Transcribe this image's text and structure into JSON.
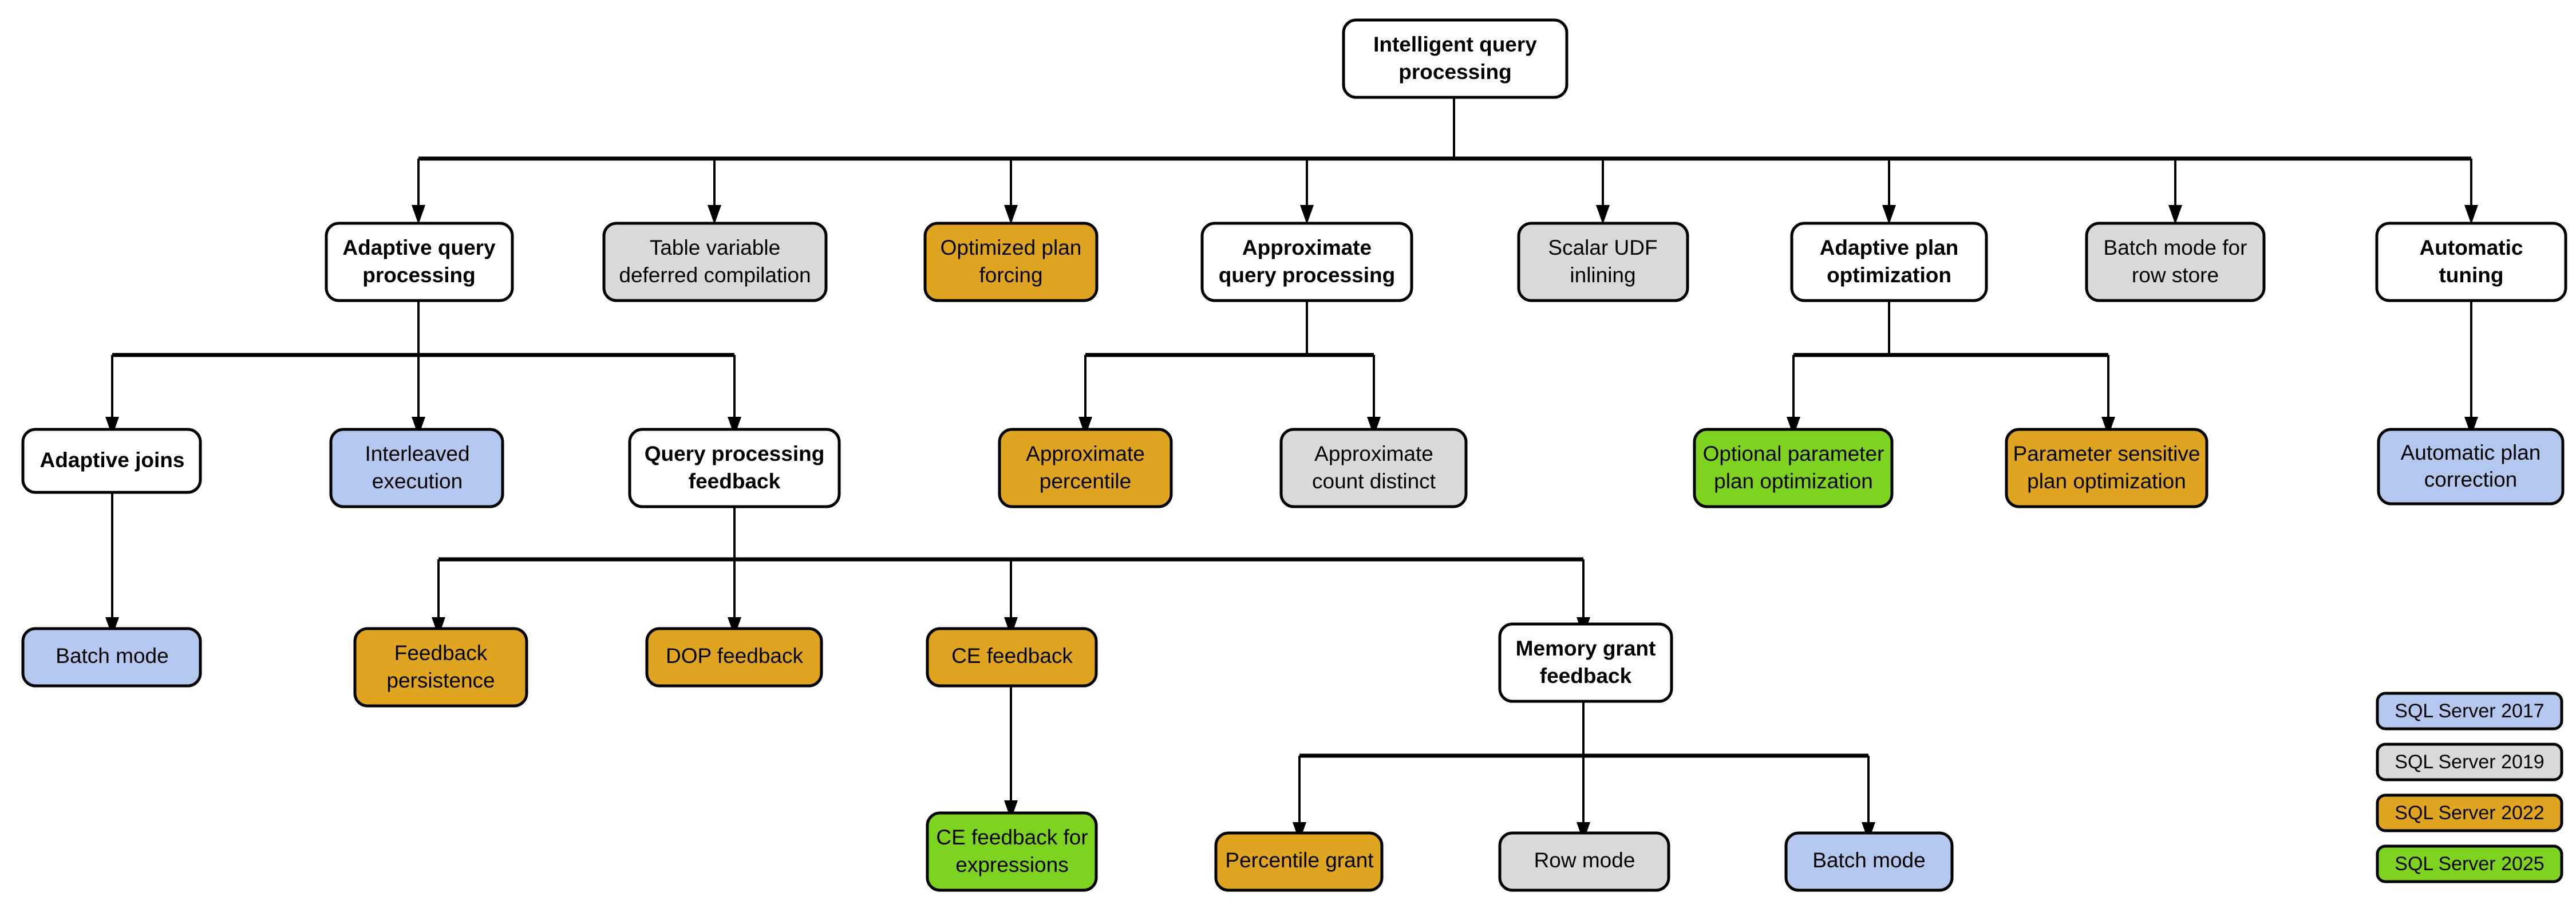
{
  "diagram": {
    "title": "Intelligent query processing",
    "palette": {
      "white": "#ffffff",
      "gray": "#d9d9d9",
      "amber": "#dfa521",
      "green": "#7ed321",
      "blue": "#b4c7ef",
      "outline": "#000000"
    },
    "nodes": {
      "root": {
        "label": "Intelligent query processing",
        "color": "white"
      },
      "adaptive_query_processing": {
        "label": "Adaptive query processing",
        "color": "white"
      },
      "table_variable_deferred_compilation": {
        "label": "Table variable deferred compilation",
        "color": "gray"
      },
      "optimized_plan_forcing": {
        "label": "Optimized plan forcing",
        "color": "amber"
      },
      "approximate_query_processing": {
        "label": "Approximate query processing",
        "color": "white"
      },
      "scalar_udf_inlining": {
        "label": "Scalar UDF inlining",
        "color": "gray"
      },
      "adaptive_plan_optimization": {
        "label": "Adaptive plan optimization",
        "color": "white"
      },
      "batch_mode_for_row_store": {
        "label": "Batch mode for row store",
        "color": "gray"
      },
      "automatic_tuning": {
        "label": "Automatic tuning",
        "color": "white"
      },
      "adaptive_joins": {
        "label": "Adaptive joins",
        "color": "white"
      },
      "interleaved_execution": {
        "label": "Interleaved execution",
        "color": "blue"
      },
      "query_processing_feedback": {
        "label": "Query processing feedback",
        "color": "white"
      },
      "approximate_percentile": {
        "label": "Approximate percentile",
        "color": "amber"
      },
      "approximate_count_distinct": {
        "label": "Approximate count distinct",
        "color": "gray"
      },
      "optional_parameter_plan_optimization": {
        "label": "Optional parameter plan optimization",
        "color": "green"
      },
      "parameter_sensitive_plan_optimization": {
        "label": "Parameter sensitive plan optimization",
        "color": "amber"
      },
      "automatic_plan_correction": {
        "label": "Automatic plan correction",
        "color": "blue"
      },
      "batch_mode_adaptive_joins": {
        "label": "Batch mode",
        "color": "blue"
      },
      "feedback_persistence": {
        "label": "Feedback persistence",
        "color": "amber"
      },
      "dop_feedback": {
        "label": "DOP feedback",
        "color": "amber"
      },
      "ce_feedback": {
        "label": "CE feedback",
        "color": "amber"
      },
      "memory_grant_feedback": {
        "label": "Memory grant feedback",
        "color": "white"
      },
      "ce_feedback_for_expressions": {
        "label": "CE feedback for expressions",
        "color": "green"
      },
      "percentile_grant": {
        "label": "Percentile grant",
        "color": "amber"
      },
      "row_mode": {
        "label": "Row mode",
        "color": "gray"
      },
      "batch_mode_memory_grant": {
        "label": "Batch mode",
        "color": "blue"
      }
    },
    "node_lines": {
      "root": [
        "Intelligent query",
        "processing"
      ],
      "adaptive_query_processing": [
        "Adaptive query",
        "processing"
      ],
      "table_variable_deferred_compilation": [
        "Table variable",
        "deferred compilation"
      ],
      "optimized_plan_forcing": [
        "Optimized plan",
        "forcing"
      ],
      "approximate_query_processing": [
        "Approximate",
        "query processing"
      ],
      "scalar_udf_inlining": [
        "Scalar UDF",
        "inlining"
      ],
      "adaptive_plan_optimization": [
        "Adaptive plan",
        "optimization"
      ],
      "batch_mode_for_row_store": [
        "Batch mode for",
        "row store"
      ],
      "automatic_tuning": [
        "Automatic",
        "tuning"
      ],
      "adaptive_joins": [
        "Adaptive joins"
      ],
      "interleaved_execution": [
        "Interleaved",
        "execution"
      ],
      "query_processing_feedback": [
        "Query processing",
        "feedback"
      ],
      "approximate_percentile": [
        "Approximate",
        "percentile"
      ],
      "approximate_count_distinct": [
        "Approximate",
        "count distinct"
      ],
      "optional_parameter_plan_optimization": [
        "Optional parameter",
        "plan optimization"
      ],
      "parameter_sensitive_plan_optimization": [
        "Parameter sensitive",
        "plan optimization"
      ],
      "automatic_plan_correction": [
        "Automatic plan",
        "correction"
      ],
      "batch_mode_adaptive_joins": [
        "Batch mode"
      ],
      "feedback_persistence": [
        "Feedback",
        "persistence"
      ],
      "dop_feedback": [
        "DOP feedback"
      ],
      "ce_feedback": [
        "CE feedback"
      ],
      "memory_grant_feedback": [
        "Memory grant",
        "feedback"
      ],
      "ce_feedback_for_expressions": [
        "CE feedback for",
        "expressions"
      ],
      "percentile_grant": [
        "Percentile grant"
      ],
      "row_mode": [
        "Row mode"
      ],
      "batch_mode_memory_grant": [
        "Batch mode"
      ]
    },
    "legend": {
      "items": [
        {
          "label": "SQL Server 2017",
          "color": "blue"
        },
        {
          "label": "SQL Server 2019",
          "color": "gray"
        },
        {
          "label": "SQL Server 2022",
          "color": "amber"
        },
        {
          "label": "SQL Server 2025",
          "color": "green"
        }
      ]
    },
    "edges": [
      {
        "from": "root",
        "to": "adaptive_query_processing"
      },
      {
        "from": "root",
        "to": "table_variable_deferred_compilation"
      },
      {
        "from": "root",
        "to": "optimized_plan_forcing"
      },
      {
        "from": "root",
        "to": "approximate_query_processing"
      },
      {
        "from": "root",
        "to": "scalar_udf_inlining"
      },
      {
        "from": "root",
        "to": "adaptive_plan_optimization"
      },
      {
        "from": "root",
        "to": "batch_mode_for_row_store"
      },
      {
        "from": "root",
        "to": "automatic_tuning"
      },
      {
        "from": "adaptive_query_processing",
        "to": "adaptive_joins"
      },
      {
        "from": "adaptive_query_processing",
        "to": "interleaved_execution"
      },
      {
        "from": "adaptive_query_processing",
        "to": "query_processing_feedback"
      },
      {
        "from": "approximate_query_processing",
        "to": "approximate_percentile"
      },
      {
        "from": "approximate_query_processing",
        "to": "approximate_count_distinct"
      },
      {
        "from": "adaptive_plan_optimization",
        "to": "optional_parameter_plan_optimization"
      },
      {
        "from": "adaptive_plan_optimization",
        "to": "parameter_sensitive_plan_optimization"
      },
      {
        "from": "automatic_tuning",
        "to": "automatic_plan_correction"
      },
      {
        "from": "adaptive_joins",
        "to": "batch_mode_adaptive_joins"
      },
      {
        "from": "query_processing_feedback",
        "to": "feedback_persistence"
      },
      {
        "from": "query_processing_feedback",
        "to": "dop_feedback"
      },
      {
        "from": "query_processing_feedback",
        "to": "ce_feedback"
      },
      {
        "from": "query_processing_feedback",
        "to": "memory_grant_feedback"
      },
      {
        "from": "ce_feedback",
        "to": "ce_feedback_for_expressions"
      },
      {
        "from": "memory_grant_feedback",
        "to": "percentile_grant"
      },
      {
        "from": "memory_grant_feedback",
        "to": "row_mode"
      },
      {
        "from": "memory_grant_feedback",
        "to": "batch_mode_memory_grant"
      }
    ]
  }
}
